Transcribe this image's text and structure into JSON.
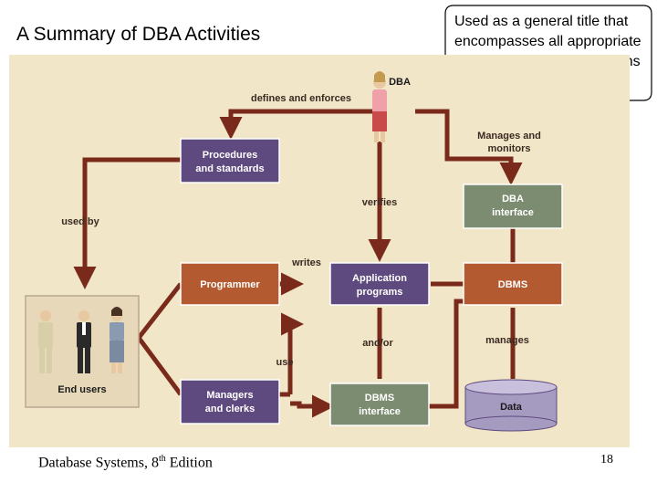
{
  "slide": {
    "title": "A Summary of DBA Activities",
    "callout": "Used as a general title that encompasses all appropriate data administration functions",
    "footer_prefix": "Database Systems, 8",
    "footer_sup": "th",
    "footer_suffix": " Edition",
    "page_number": "18"
  },
  "diagram": {
    "dba_label": "DBA",
    "boxes": {
      "procedures": [
        "Procedures",
        "and standards"
      ],
      "dba_interface": [
        "DBA",
        "interface"
      ],
      "programmer": "Programmer",
      "app_programs": [
        "Application",
        "programs"
      ],
      "dbms": "DBMS",
      "managers": [
        "Managers",
        "and clerks"
      ],
      "dbms_interface": [
        "DBMS",
        "interface"
      ],
      "data": "Data",
      "end_users": "End users"
    },
    "flows": {
      "defines": "defines and enforces",
      "manages_monitors": [
        "Manages and",
        "monitors"
      ],
      "used_by": "used by",
      "verifies": "verifies",
      "writes": "writes",
      "and_or": "and/or",
      "manages": "manages",
      "use": "use"
    },
    "colors": {
      "background": "#f2e6c9",
      "arrow": "#7a2a1a",
      "purple": "#5e4a7e",
      "green": "#7c8c70",
      "orange": "#b45a30",
      "data": "#a59ac0"
    }
  }
}
